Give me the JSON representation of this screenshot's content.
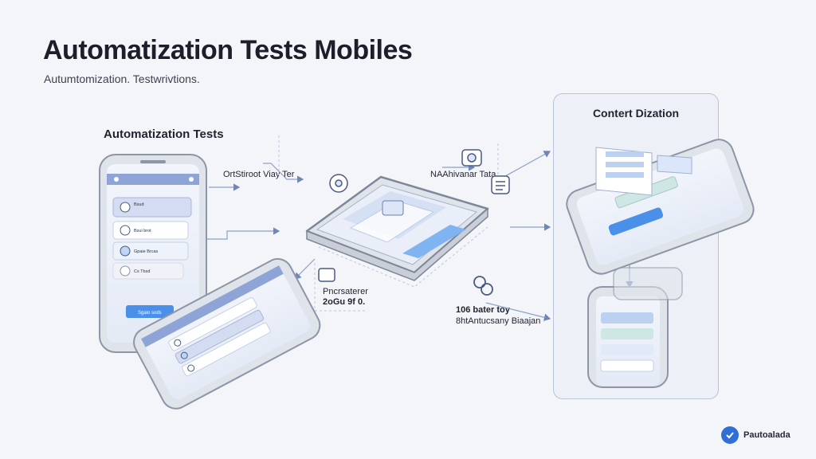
{
  "header": {
    "title": "Automatization Tests Mobiles",
    "subtitle": "Autumtomization. Testwrivtions."
  },
  "left": {
    "section_label": "Automatization Tests",
    "phone_cards": [
      "Bsud",
      "Bsui brot",
      "Gpaie Brcas",
      "Cs Tbsd"
    ],
    "phone_button": "Sgaio sods"
  },
  "center": {
    "label_left": "OrtStiroot Viay Ter",
    "label_right": "NAAhivanar Tata",
    "label_bottom_line1": "Pncrsaterer",
    "label_bottom_line2": "2oGu 9f 0.",
    "label_right_line1": "106 bater toy",
    "label_right_line2": "8htAntucsany Biaajan"
  },
  "right": {
    "panel_title": "Contert Dization"
  },
  "brand": {
    "name": "Pautoalada",
    "logo_icon": "check-circle-icon"
  },
  "colors": {
    "accent": "#4a8fe8",
    "panel_border": "#b9c3da",
    "line": "#7a8fb8"
  }
}
